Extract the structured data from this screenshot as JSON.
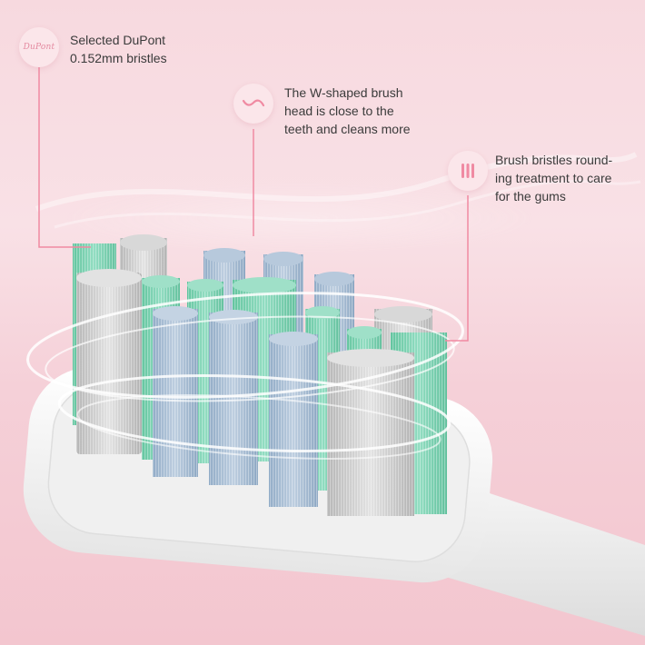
{
  "callouts": {
    "dupont": {
      "logo_text": "DuPont",
      "lines": [
        "Selected DuPont",
        "0.152mm bristles"
      ],
      "icon": "dupont-logo"
    },
    "w_shape": {
      "lines": [
        "The W-shaped brush",
        "head is close to the",
        "teeth and cleans more"
      ],
      "icon": "wave-icon"
    },
    "rounding": {
      "lines": [
        "Brush bristles round-",
        "ing treatment to care",
        "for the gums"
      ],
      "icon": "bristles-icon"
    }
  },
  "colors": {
    "background": "#f7d9df",
    "accent_line": "#f08aa2",
    "bristle_green": "#7fd3b2",
    "bristle_blue": "#a6bcd3",
    "bristle_gray": "#c9c9c9",
    "brush_head": "#f4f4f4"
  }
}
